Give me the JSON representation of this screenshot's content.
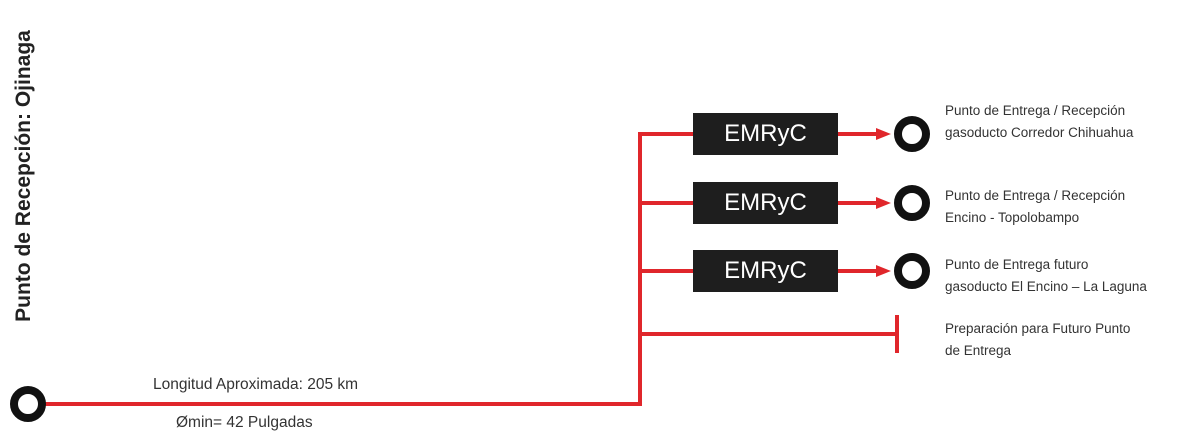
{
  "reception_point_label": "Punto de Recepción: Ojinaga",
  "pipeline": {
    "length_label": "Longitud Aproximada: 205 km",
    "diameter_label": "Ømin= 42 Pulgadas"
  },
  "stations": [
    {
      "box_label": "EMRyC",
      "line1": "Punto de Entrega / Recepción",
      "line2": "gasoducto Corredor Chihuahua"
    },
    {
      "box_label": "EMRyC",
      "line1": "Punto de Entrega / Recepción",
      "line2": "Encino - Topolobampo"
    },
    {
      "box_label": "EMRyC",
      "line1": "Punto de Entrega futuro",
      "line2": "gasoducto El Encino – La Laguna"
    }
  ],
  "future_point": {
    "line1": "Preparación para Futuro Punto",
    "line2": "de Entrega"
  },
  "colors": {
    "pipe": "#e0262b",
    "node": "#111111",
    "box": "#1e1e1e"
  }
}
